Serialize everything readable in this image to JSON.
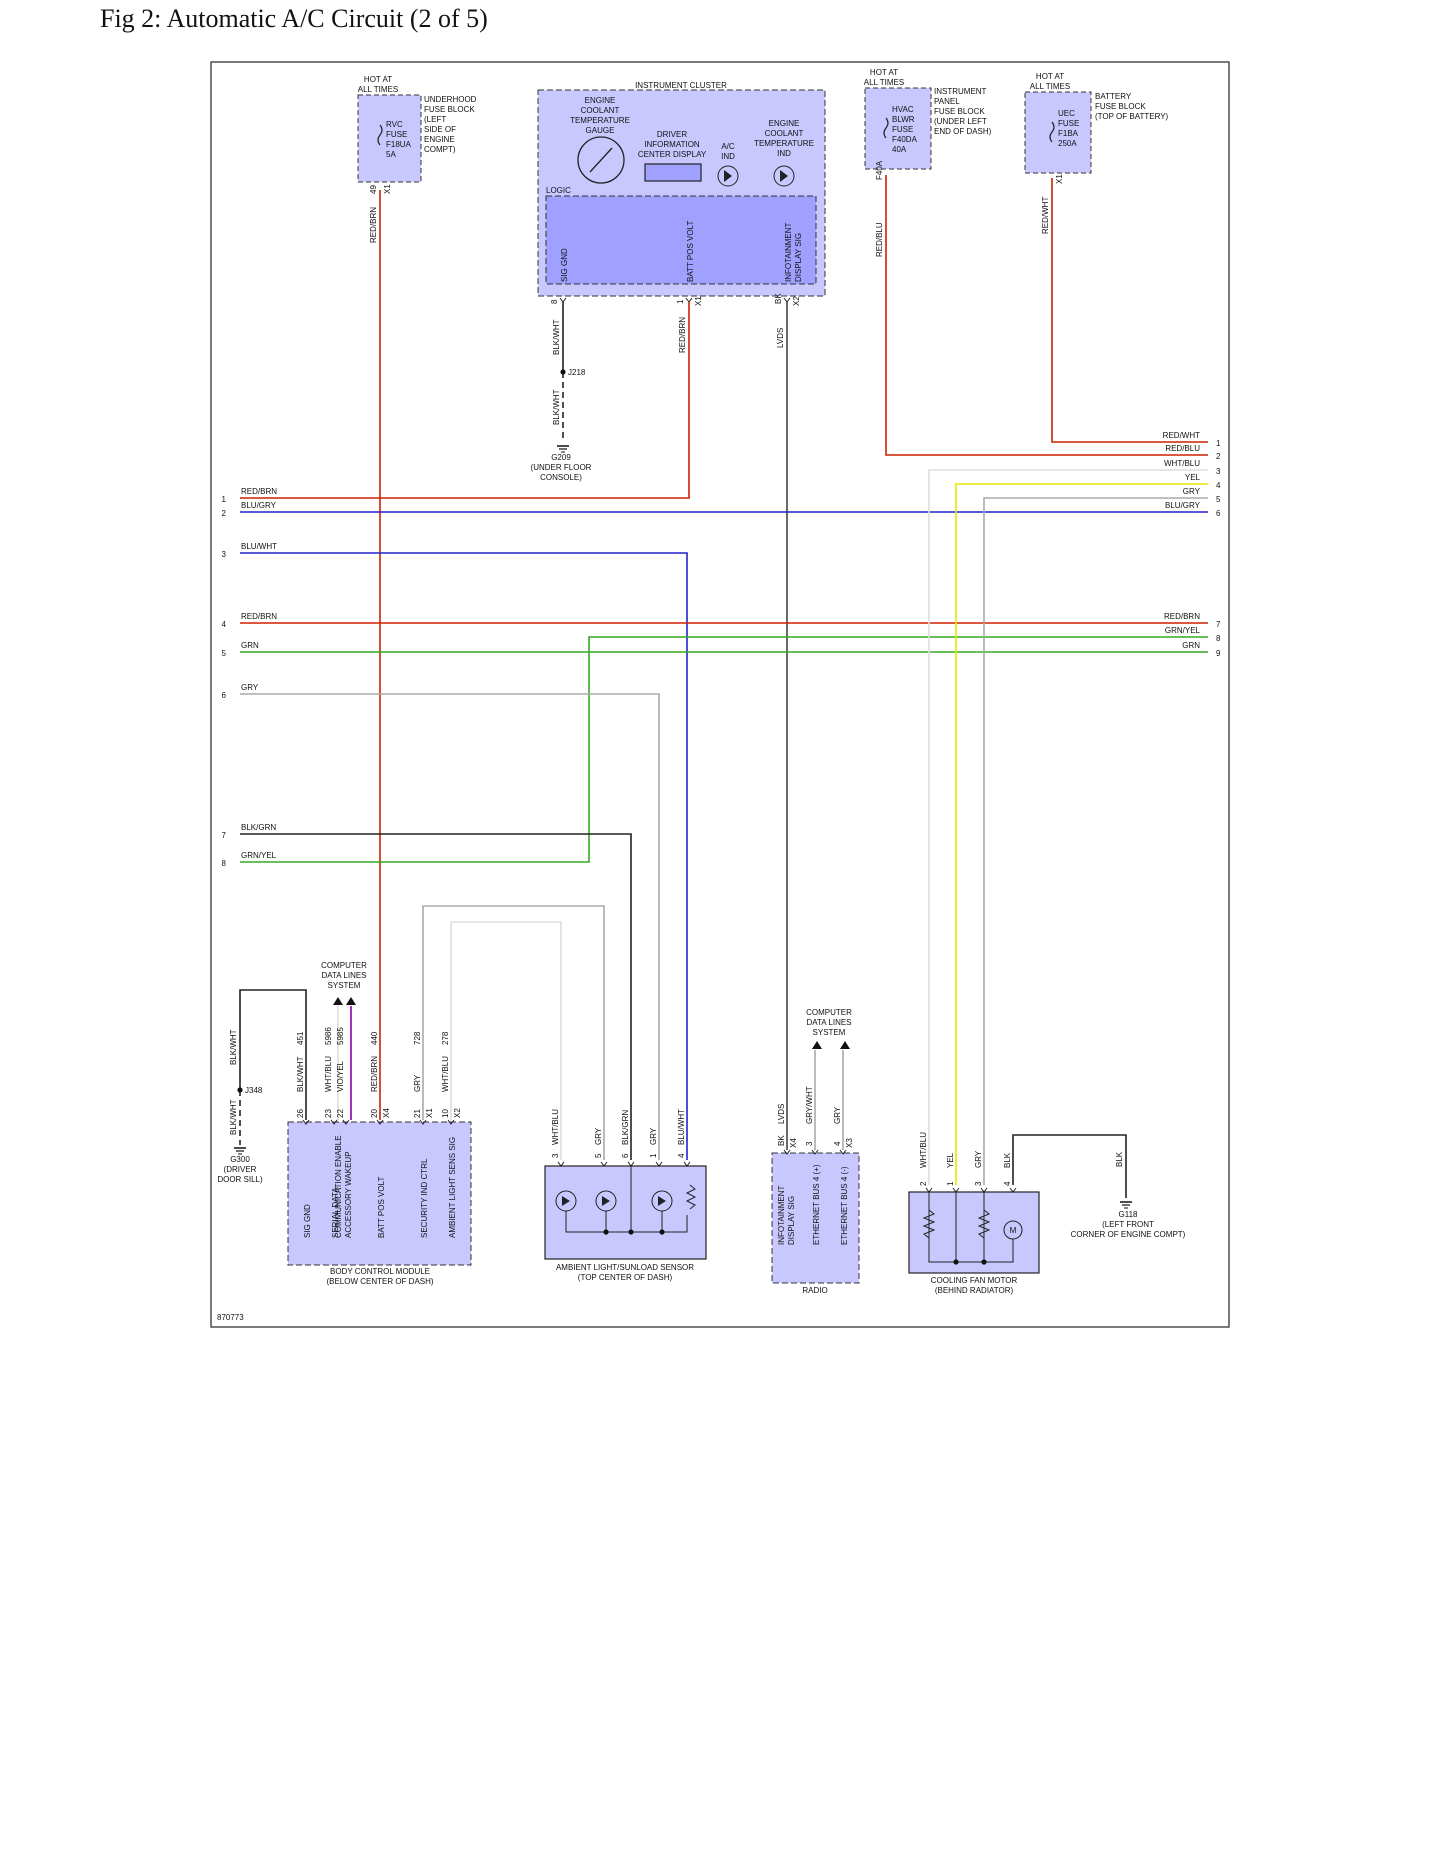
{
  "title": "Fig 2: Automatic A/C Circuit (2 of 5)",
  "figure_number": "870773",
  "colors": {
    "RED": "#cc2200",
    "BLU": "#2222cc",
    "GRN": "#33aa22",
    "YEL": "#e8e800",
    "GRY": "#aaaaaa",
    "BLK": "#222222",
    "WHT": "#dddddd",
    "BRN": "#884400",
    "VIO": "#8800aa",
    "component_fill": "#c8c8ff",
    "logic_fill": "#a0a0ff"
  },
  "fuses": [
    {
      "hot": [
        "HOT AT",
        "ALL TIMES"
      ],
      "name": [
        "RVC",
        "FUSE",
        "F18UA",
        "5A"
      ],
      "block": [
        "UNDERHOOD",
        "FUSE BLOCK",
        "(LEFT",
        "SIDE OF",
        "ENGINE",
        "COMPT)"
      ],
      "pin": "49",
      "conn": "X1",
      "wire": "RED/BRN"
    },
    {
      "hot": [
        "HOT AT",
        "ALL TIMES"
      ],
      "name": [
        "HVAC",
        "BLWR",
        "FUSE",
        "F40DA",
        "40A"
      ],
      "block": [
        "INSTRUMENT",
        "PANEL",
        "FUSE BLOCK",
        "(UNDER LEFT",
        "END OF DASH)"
      ],
      "pin": "F40A",
      "conn": "",
      "wire": "RED/BLU"
    },
    {
      "hot": [
        "HOT AT",
        "ALL TIMES"
      ],
      "name": [
        "UEC",
        "FUSE",
        "F1BA",
        "250A"
      ],
      "block": [
        "BATTERY",
        "FUSE BLOCK",
        "(TOP OF BATTERY)"
      ],
      "pin": "",
      "conn": "X1",
      "wire": "RED/WHT"
    }
  ],
  "cluster": {
    "title": "INSTRUMENT CLUSTER",
    "gauge": [
      "ENGINE",
      "COOLANT",
      "TEMPERATURE",
      "GAUGE"
    ],
    "dic": [
      "DRIVER",
      "INFORMATION",
      "CENTER DISPLAY"
    ],
    "ac_ind": [
      "A/C",
      "IND"
    ],
    "temp_ind": [
      "ENGINE",
      "COOLANT",
      "TEMPERATURE",
      "IND"
    ],
    "logic": "LOGIC",
    "pins": [
      {
        "label": "SIG GND",
        "num": "8",
        "conn": "",
        "wire": "BLK/WHT"
      },
      {
        "label": "BATT POS VOLT",
        "num": "1",
        "conn": "X1",
        "wire": "RED/BRN"
      },
      {
        "label": "INFOTAINMENT DISPLAY SIG",
        "num": "BK",
        "conn": "X2",
        "wire": "LVDS"
      }
    ]
  },
  "splices": {
    "j218": "J218",
    "j348": "J348"
  },
  "grounds": {
    "g209": [
      "G209",
      "(UNDER FLOOR",
      "CONSOLE)"
    ],
    "g300": [
      "G300",
      "(DRIVER",
      "DOOR SILL)"
    ],
    "g118": [
      "G118",
      "(LEFT FRONT",
      "CORNER OF ENGINE COMPT)"
    ]
  },
  "left_connector": [
    {
      "pin": "1",
      "wire": "RED/BRN"
    },
    {
      "pin": "2",
      "wire": "BLU/GRY"
    },
    {
      "pin": "3",
      "wire": "BLU/WHT"
    },
    {
      "pin": "4",
      "wire": "RED/BRN"
    },
    {
      "pin": "5",
      "wire": "GRN"
    },
    {
      "pin": "6",
      "wire": "GRY"
    },
    {
      "pin": "7",
      "wire": "BLK/GRN"
    },
    {
      "pin": "8",
      "wire": "GRN/YEL"
    }
  ],
  "right_connector": [
    {
      "pin": "1",
      "wire": "RED/WHT"
    },
    {
      "pin": "2",
      "wire": "RED/BLU"
    },
    {
      "pin": "3",
      "wire": "WHT/BLU"
    },
    {
      "pin": "4",
      "wire": "YEL"
    },
    {
      "pin": "5",
      "wire": "GRY"
    },
    {
      "pin": "6",
      "wire": "BLU/GRY"
    },
    {
      "pin": "7",
      "wire": "RED/BRN"
    },
    {
      "pin": "8",
      "wire": "GRN/YEL"
    },
    {
      "pin": "9",
      "wire": "GRN"
    }
  ],
  "cdls": [
    "COMPUTER",
    "DATA LINES",
    "SYSTEM"
  ],
  "bcm": {
    "name": [
      "BODY CONTROL MODULE",
      "(BELOW CENTER OF DASH)"
    ],
    "pins": [
      {
        "label": "SIG GND",
        "pin": "26",
        "conn": "",
        "wire": "BLK/WHT",
        "circuit": "451"
      },
      {
        "label": "SERIAL DATA",
        "pin": "23",
        "conn": "",
        "wire": "WHT/BLU",
        "circuit": "5986"
      },
      {
        "label": "COMMUNICATION ENABLE ACCESSORY WAKEUP",
        "pin": "22",
        "conn": "",
        "wire": "VIO/YEL",
        "circuit": "5985"
      },
      {
        "label": "BATT POS VOLT",
        "pin": "20",
        "conn": "X4",
        "wire": "RED/BRN",
        "circuit": "440"
      },
      {
        "label": "SECURITY IND CTRL",
        "pin": "21",
        "conn": "X1",
        "wire": "GRY",
        "circuit": "728"
      },
      {
        "label": "AMBIENT LIGHT SENS SIG",
        "pin": "10",
        "conn": "X2",
        "wire": "WHT/BLU",
        "circuit": "278"
      }
    ]
  },
  "sensor": {
    "name": [
      "AMBIENT LIGHT/SUNLOAD SENSOR",
      "(TOP CENTER OF DASH)"
    ],
    "pins": [
      {
        "pin": "3",
        "wire": "WHT/BLU"
      },
      {
        "pin": "5",
        "wire": "GRY"
      },
      {
        "pin": "6",
        "wire": "BLK/GRN"
      },
      {
        "pin": "1",
        "wire": "GRY"
      },
      {
        "pin": "4",
        "wire": "BLU/WHT"
      }
    ]
  },
  "radio": {
    "name": "RADIO",
    "pins": [
      {
        "label": "INFOTAINMENT DISPLAY SIG",
        "pin": "BK",
        "conn": "X4",
        "wire": "LVDS"
      },
      {
        "label": "ETHERNET BUS 4 (+)",
        "pin": "3",
        "conn": "",
        "wire": "GRY/WHT"
      },
      {
        "label": "ETHERNET BUS 4 (-)",
        "pin": "4",
        "conn": "X3",
        "wire": "GRY"
      }
    ]
  },
  "fan": {
    "name": [
      "COOLING FAN MOTOR",
      "(BEHIND RADIATOR)"
    ],
    "pins": [
      {
        "pin": "2",
        "wire": "WHT/BLU"
      },
      {
        "pin": "1",
        "wire": "YEL"
      },
      {
        "pin": "3",
        "wire": "GRY"
      },
      {
        "pin": "4",
        "wire": "BLK"
      }
    ],
    "motor": "M",
    "ground_wire": "BLK"
  }
}
